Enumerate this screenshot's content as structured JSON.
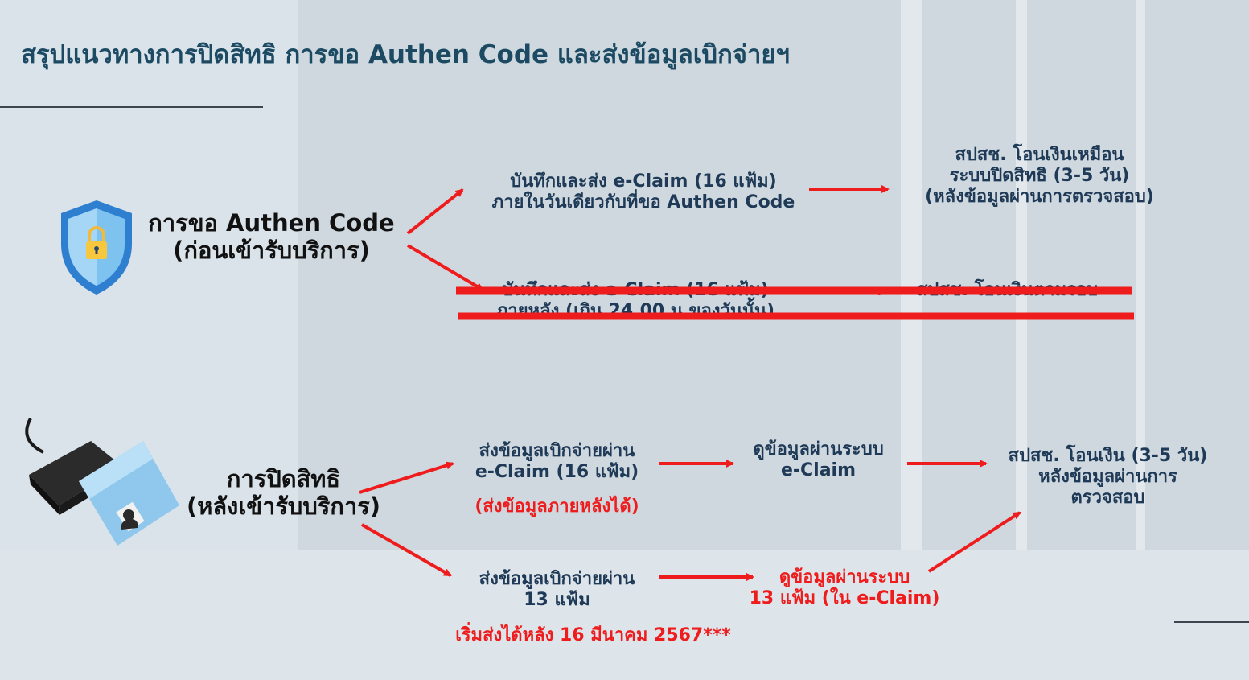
{
  "title": "สรุปแนวทางการปิดสิทธิ การขอ Authen Code และส่งข้อมูลเบิกจ่ายฯ",
  "authen": {
    "label_l1": "การขอ Authen Code",
    "label_l2": "(ก่อนเข้ารับบริการ)",
    "icon": "shield-lock-icon",
    "top_box_l1": "บันทึกและส่ง e-Claim (16 แฟ้ม)",
    "top_box_l2": "ภายในวันเดียวกับที่ขอ Authen Code",
    "top_result_l1": "สปสช. โอนเงินเหมือน",
    "top_result_l2": "ระบบปิดสิทธิ (3-5 วัน)",
    "top_result_l3": "(หลังข้อมูลผ่านการตรวจสอบ)",
    "struck_box_l1": "บันทึกและส่ง e-Claim (16 แฟ้ม)",
    "struck_box_l2": "ภายหลัง (เกิน 24.00 น ของวันนั้น)",
    "struck_result": "สปสช. โอนเงินตามรอบ"
  },
  "closing": {
    "label_l1": "การปิดสิทธิ",
    "label_l2": "(หลังเข้ารับบริการ)",
    "icon": "card-reader-icon",
    "upper_l1": "ส่งข้อมูลเบิกจ่ายผ่าน",
    "upper_l2": "e-Claim (16 แฟ้ม)",
    "upper_note": "(ส่งข้อมูลภายหลังได้)",
    "upper_check_l1": "ดูข้อมูลผ่านระบบ",
    "upper_check_l2": "e-Claim",
    "lower_l1": "ส่งข้อมูลเบิกจ่ายผ่าน",
    "lower_l2": "13 แฟ้ม",
    "lower_note": "เริ่มส่งได้หลัง 16 มีนาคม 2567***",
    "lower_check_l1": "ดูข้อมูลผ่านระบบ",
    "lower_check_l2": "13 แฟ้ม (ใน e-Claim)",
    "result_l1": "สปสช. โอนเงิน (3-5 วัน)",
    "result_l2": "หลังข้อมูลผ่านการ",
    "result_l3": "ตรวจสอบ"
  },
  "colors": {
    "arrow": "#ee1c1c",
    "navy_text": "#1f3a57",
    "title": "#1c4a63",
    "background": "#dbe3ea"
  }
}
